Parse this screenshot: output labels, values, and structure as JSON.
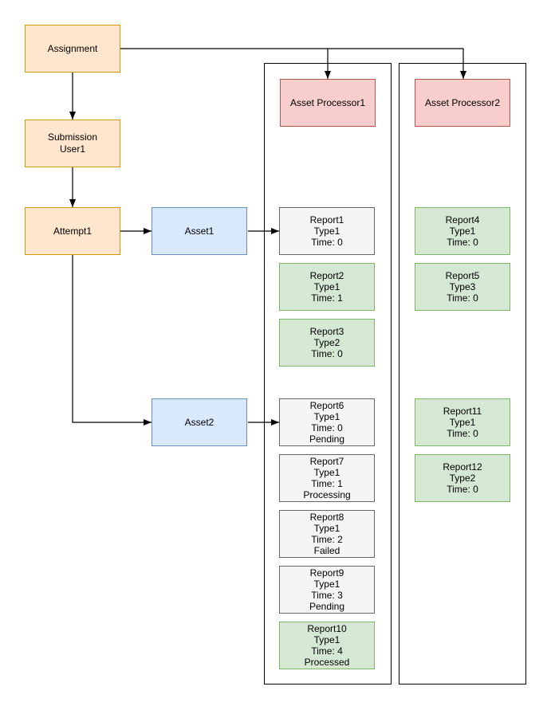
{
  "diagram": {
    "nodes": {
      "assignment": {
        "label": "Assignment"
      },
      "submission": {
        "lines": [
          "Submission",
          "User1"
        ]
      },
      "attempt1": {
        "label": "Attempt1"
      },
      "asset1": {
        "label": "Asset1"
      },
      "asset2": {
        "label": "Asset2"
      },
      "asset_processor1": {
        "label": "Asset Processor1"
      },
      "asset_processor2": {
        "label": "Asset Processor2"
      }
    },
    "reports": {
      "report1": {
        "lines": [
          "Report1",
          "Type1",
          "Time: 0"
        ]
      },
      "report2": {
        "lines": [
          "Report2",
          "Type1",
          "Time: 1"
        ]
      },
      "report3": {
        "lines": [
          "Report3",
          "Type2",
          "Time: 0"
        ]
      },
      "report4": {
        "lines": [
          "Report4",
          "Type1",
          "Time: 0"
        ]
      },
      "report5": {
        "lines": [
          "Report5",
          "Type3",
          "Time: 0"
        ]
      },
      "report6": {
        "lines": [
          "Report6",
          "Type1",
          "Time: 0",
          "Pending"
        ]
      },
      "report7": {
        "lines": [
          "Report7",
          "Type1",
          "Time: 1",
          "Processing"
        ]
      },
      "report8": {
        "lines": [
          "Report8",
          "Type1",
          "Time: 2",
          "Failed"
        ]
      },
      "report9": {
        "lines": [
          "Report9",
          "Type1",
          "Time: 3",
          "Pending"
        ]
      },
      "report10": {
        "lines": [
          "Report10",
          "Type1",
          "Time: 4",
          "Processed"
        ]
      },
      "report11": {
        "lines": [
          "Report11",
          "Type1",
          "Time: 0"
        ]
      },
      "report12": {
        "lines": [
          "Report12",
          "Type2",
          "Time: 0"
        ]
      }
    },
    "colors": {
      "workflow_fill": "#FFE6CC",
      "workflow_stroke": "#D79B00",
      "asset_fill": "#DAE8FC",
      "asset_stroke": "#6C8EBF",
      "processor_fill": "#F8CECC",
      "processor_stroke": "#B85450",
      "report_green_fill": "#D5E8D4",
      "report_green_stroke": "#82B366",
      "report_gray_fill": "#F5F5F5",
      "report_gray_stroke": "#666666",
      "connector": "#000000"
    }
  }
}
